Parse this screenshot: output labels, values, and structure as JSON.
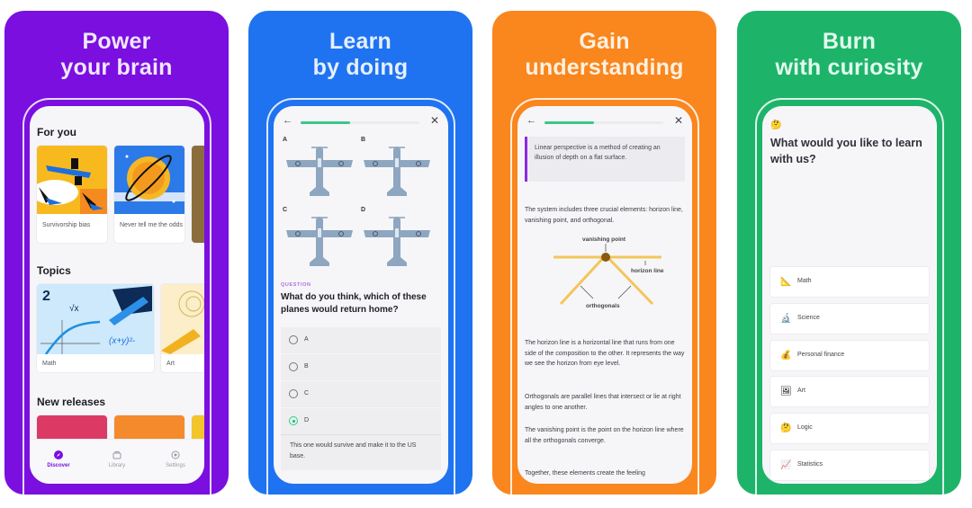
{
  "panels": [
    {
      "headline_line1": "Power",
      "headline_line2": "your brain",
      "color": "#7a0fe0",
      "screen": {
        "for_you_title": "For you",
        "for_you_cards": [
          {
            "label": "Survivorship bias"
          },
          {
            "label": "Never tell me the odds"
          }
        ],
        "topics_title": "Topics",
        "topic_cards": [
          {
            "label": "Math"
          },
          {
            "label": "Art"
          }
        ],
        "new_releases_title": "New releases",
        "tabs": [
          {
            "label": "Discover",
            "icon": "compass-icon",
            "active": true
          },
          {
            "label": "Library",
            "icon": "library-icon",
            "active": false
          },
          {
            "label": "Settings",
            "icon": "settings-icon",
            "active": false
          }
        ]
      }
    },
    {
      "headline_line1": "Learn",
      "headline_line2": "by doing",
      "color": "#1f73f0",
      "screen": {
        "back_icon": "←",
        "close_icon": "✕",
        "progress_percent": 42,
        "plane_labels": [
          "A",
          "B",
          "C",
          "D"
        ],
        "question_kicker": "QUESTION",
        "question_text": "What do you think, which of these planes would return home?",
        "options": [
          {
            "label": "A",
            "selected": false
          },
          {
            "label": "B",
            "selected": false
          },
          {
            "label": "C",
            "selected": false
          },
          {
            "label": "D",
            "selected": true
          }
        ],
        "explanation": "This one would survive and make it to the US base."
      }
    },
    {
      "headline_line1": "Gain",
      "headline_line2": "understanding",
      "color": "#fa861e",
      "screen": {
        "back_icon": "←",
        "close_icon": "✕",
        "progress_percent": 42,
        "quote": "Linear perspective is a method of creating an illusion of depth on a flat surface.",
        "intro": "The system includes three crucial elements: horizon line, vanishing point, and orthogonal.",
        "diagram": {
          "vanishing_point": "vanishing point",
          "horizon_line": "horizon line",
          "orthogonals": "orthogonals"
        },
        "p1": "The horizon line is a horizontal line that runs from one side of the composition to the other. It represents the way we see the horizon from eye level.",
        "p2": "Orthogonals are parallel lines that intersect or lie at right angles to one another.",
        "p3": "The vanishing point is the point on the horizon line where all the orthogonals converge.",
        "p4": "Together, these elements create the feeling"
      }
    },
    {
      "headline_line1": "Burn",
      "headline_line2": "with curiosity",
      "color": "#1db46a",
      "screen": {
        "emoji": "🤔",
        "question": "What would you like to learn with us?",
        "choices": [
          {
            "label": "Math",
            "icon": "📐"
          },
          {
            "label": "Science",
            "icon": "🔬"
          },
          {
            "label": "Personal finance",
            "icon": "💰"
          },
          {
            "label": "Art",
            "icon": "🖼"
          },
          {
            "label": "Logic",
            "icon": "🤔"
          },
          {
            "label": "Statistics",
            "icon": "📈"
          }
        ]
      }
    }
  ]
}
